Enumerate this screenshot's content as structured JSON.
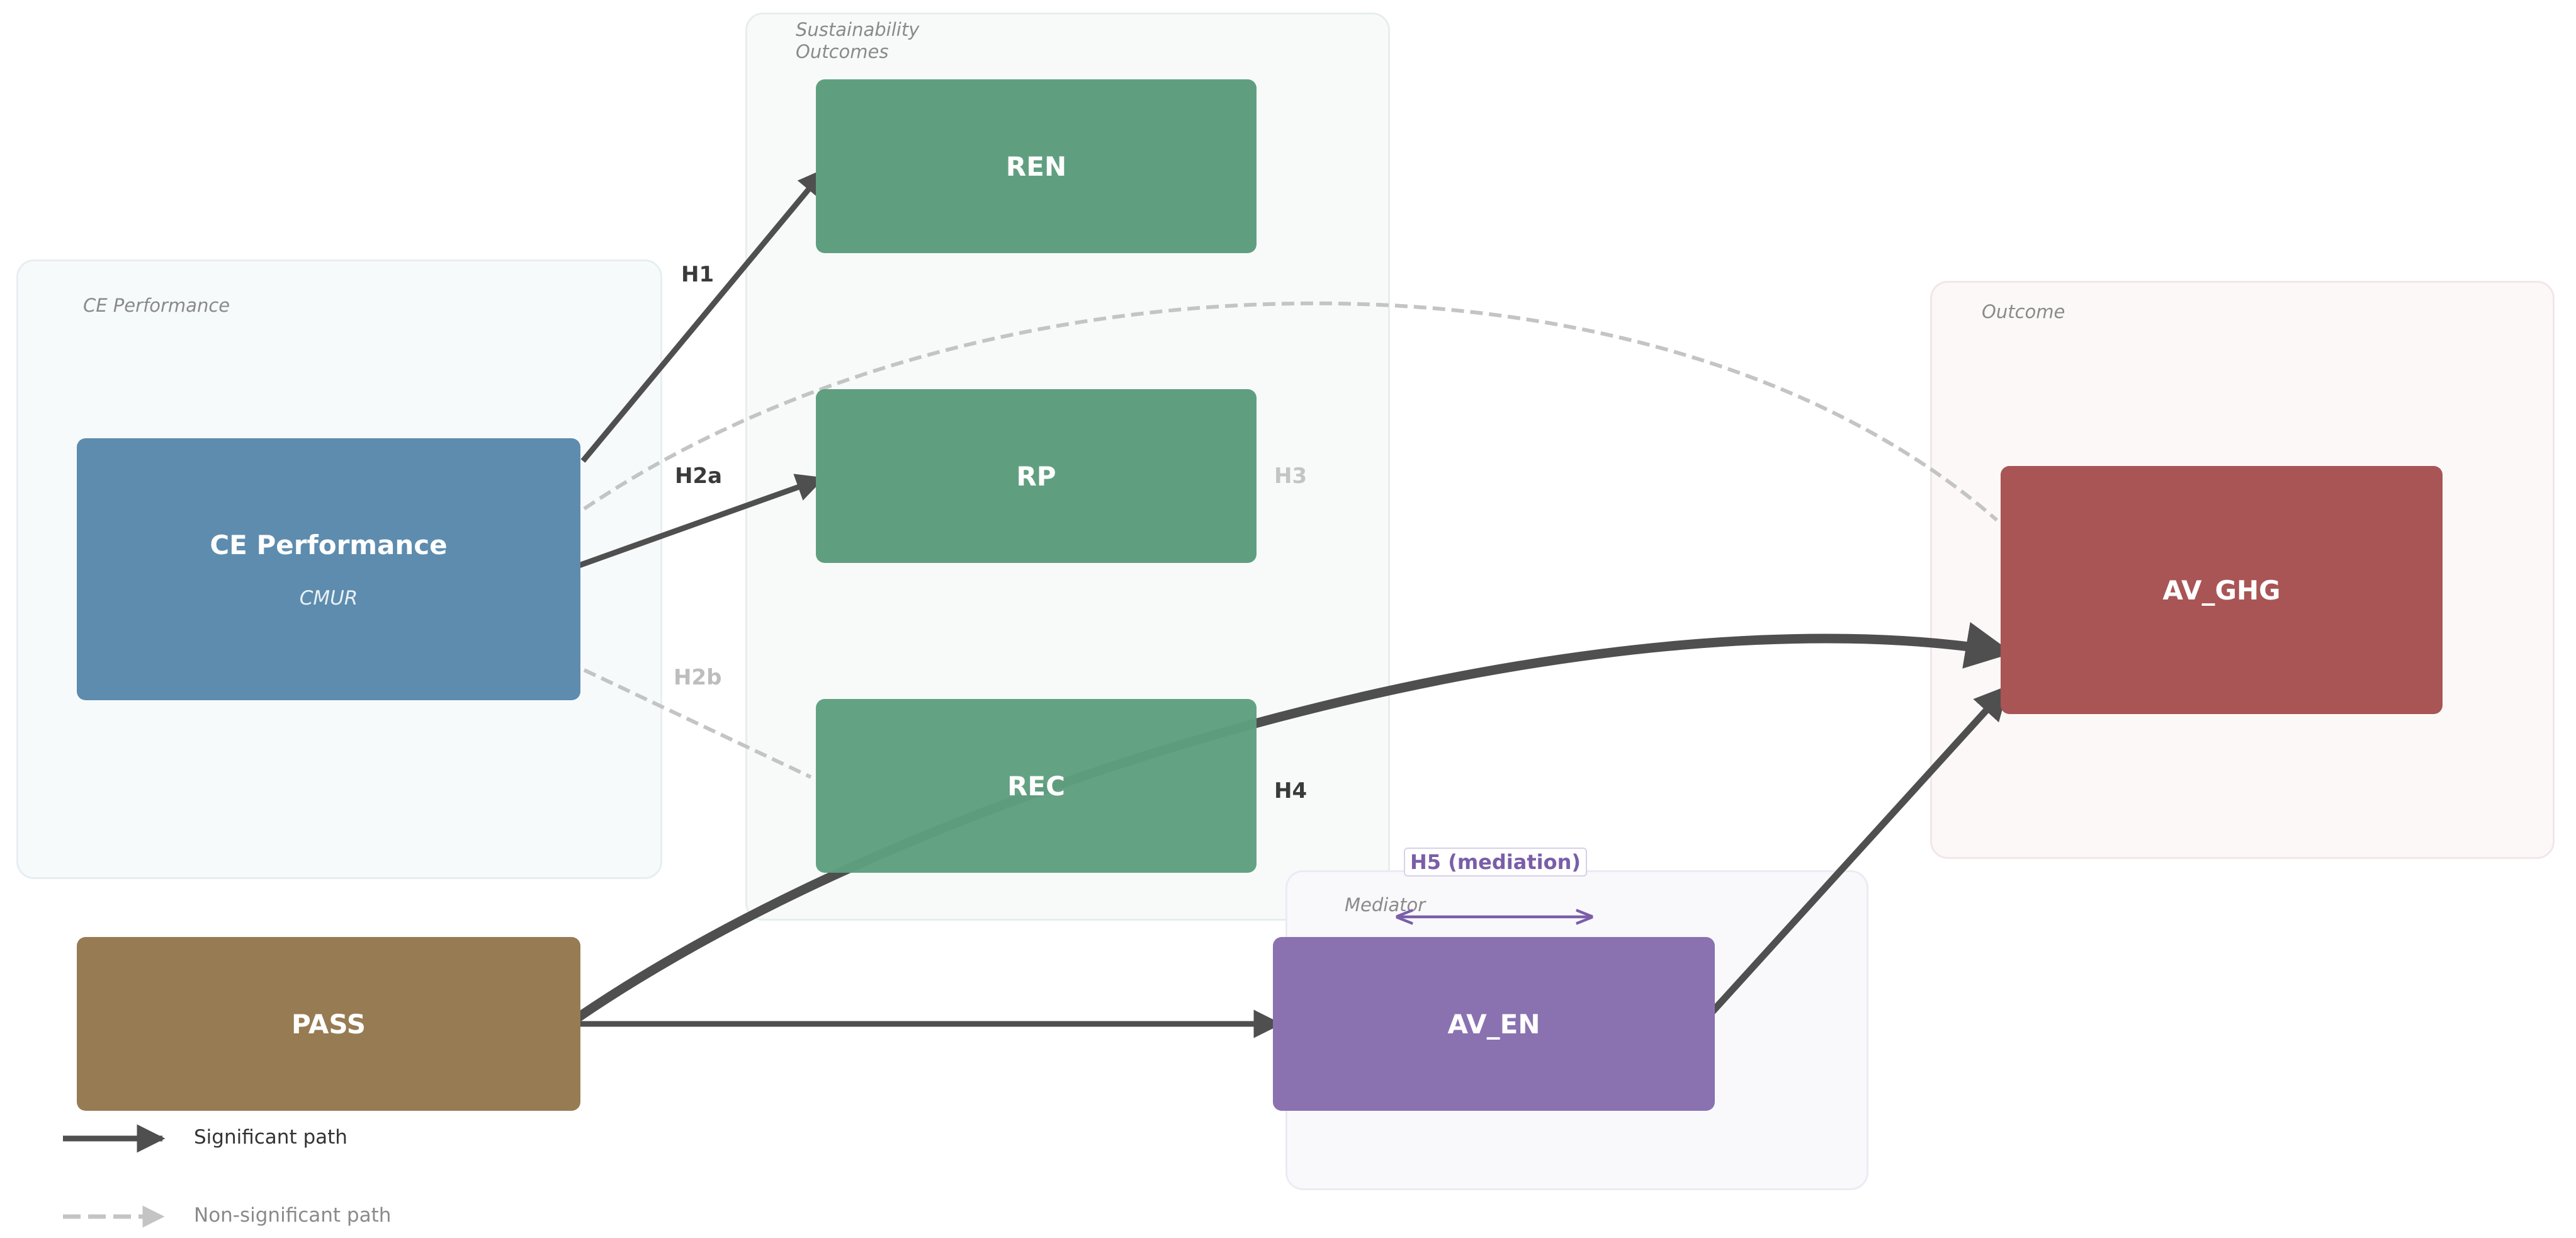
{
  "colors": {
    "ce": "#5d8cae",
    "sustainability": "#5f9f80",
    "outcome": "#a95555",
    "pass": "#977b53",
    "mediator": "#8a72b1",
    "significant": "#4f4f4f",
    "nonsignificant": "#c4c4c4",
    "mediation": "#7a5ea8"
  },
  "groups": {
    "ce_performance": "CE Performance",
    "sustainability": "Sustainability\nOutcomes",
    "outcome": "Outcome",
    "mediator": "Mediator"
  },
  "nodes": {
    "ce_performance": {
      "title": "CE Performance",
      "subtitle": "CMUR"
    },
    "ren": {
      "title": "REN"
    },
    "rp": {
      "title": "RP"
    },
    "rec": {
      "title": "REC"
    },
    "av_ghg": {
      "title": "AV_GHG"
    },
    "pass": {
      "title": "PASS"
    },
    "av_en": {
      "title": "AV_EN"
    }
  },
  "paths": {
    "h1": "H1",
    "h2a": "H2a",
    "h2b": "H2b",
    "h3": "H3",
    "h4": "H4",
    "h5": "H5 (mediation)"
  },
  "legend": {
    "significant": "Significant path",
    "nonsignificant": "Non-significant path"
  }
}
